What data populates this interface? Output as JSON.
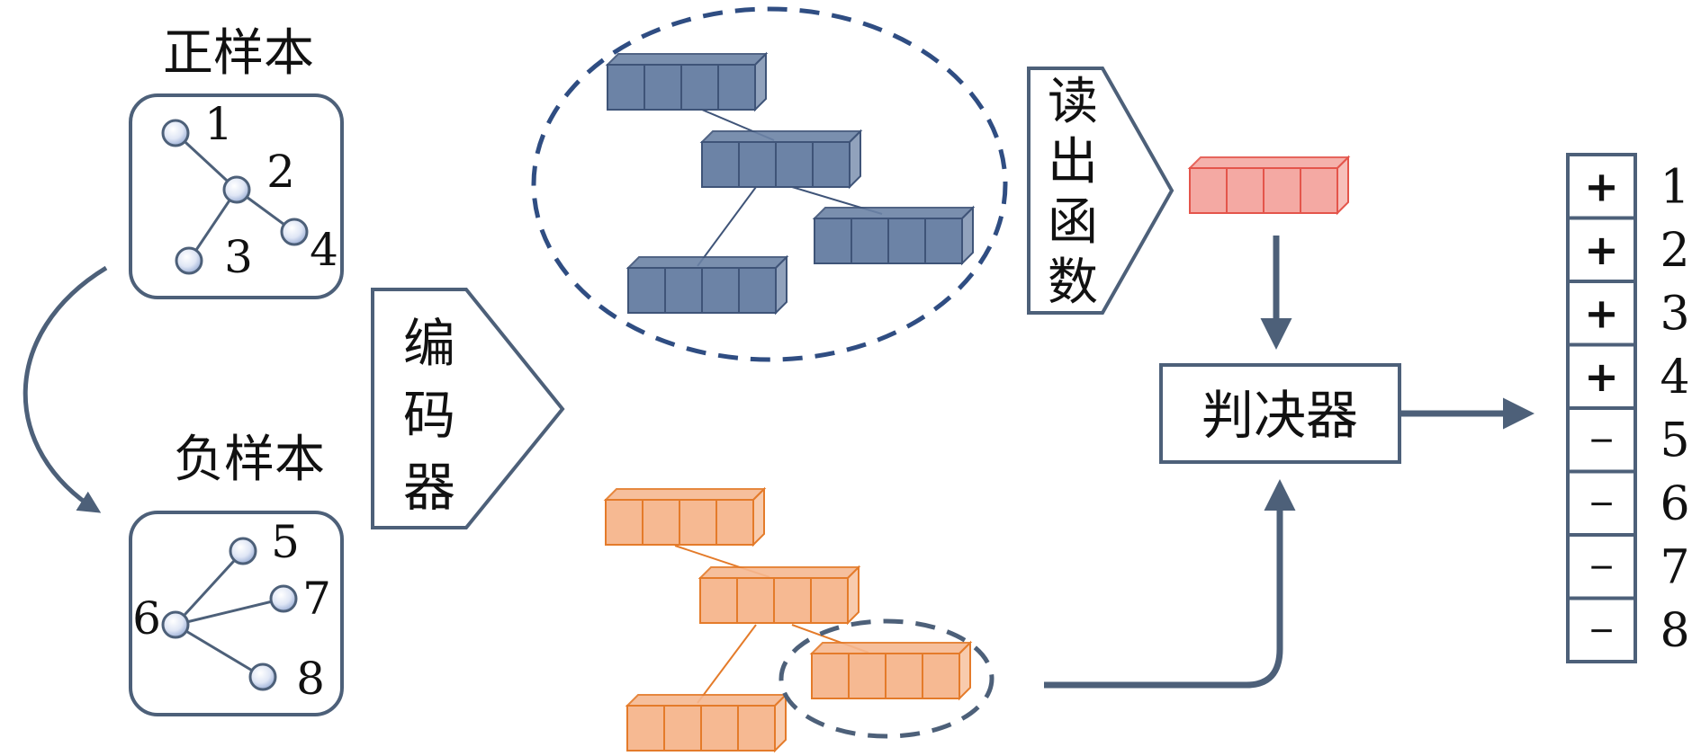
{
  "positive_sample": {
    "title": "正样本",
    "nodes": [
      "1",
      "2",
      "3",
      "4"
    ]
  },
  "negative_sample": {
    "title": "负样本",
    "nodes": [
      "5",
      "6",
      "7",
      "8"
    ]
  },
  "encoder": {
    "label": [
      "编",
      "码",
      "器"
    ]
  },
  "readout": {
    "label": [
      "读",
      "出",
      "函",
      "数"
    ]
  },
  "discriminator": {
    "label": "判决器"
  },
  "output": {
    "signs": [
      "+",
      "+",
      "+",
      "+",
      "−",
      "−",
      "−",
      "−"
    ],
    "indices": [
      "1",
      "2",
      "3",
      "4",
      "5",
      "6",
      "7",
      "8"
    ]
  },
  "colors": {
    "stroke": "#4d6079",
    "positive_embedding_fill": "#6c83a6",
    "positive_embedding_stroke": "#3f5478",
    "negative_embedding_fill": "#f6b992",
    "negative_embedding_stroke": "#e47b2a",
    "summary_fill": "#f4a9a3",
    "summary_stroke": "#e4554b",
    "dashed_ellipse": "#2f4d82"
  }
}
